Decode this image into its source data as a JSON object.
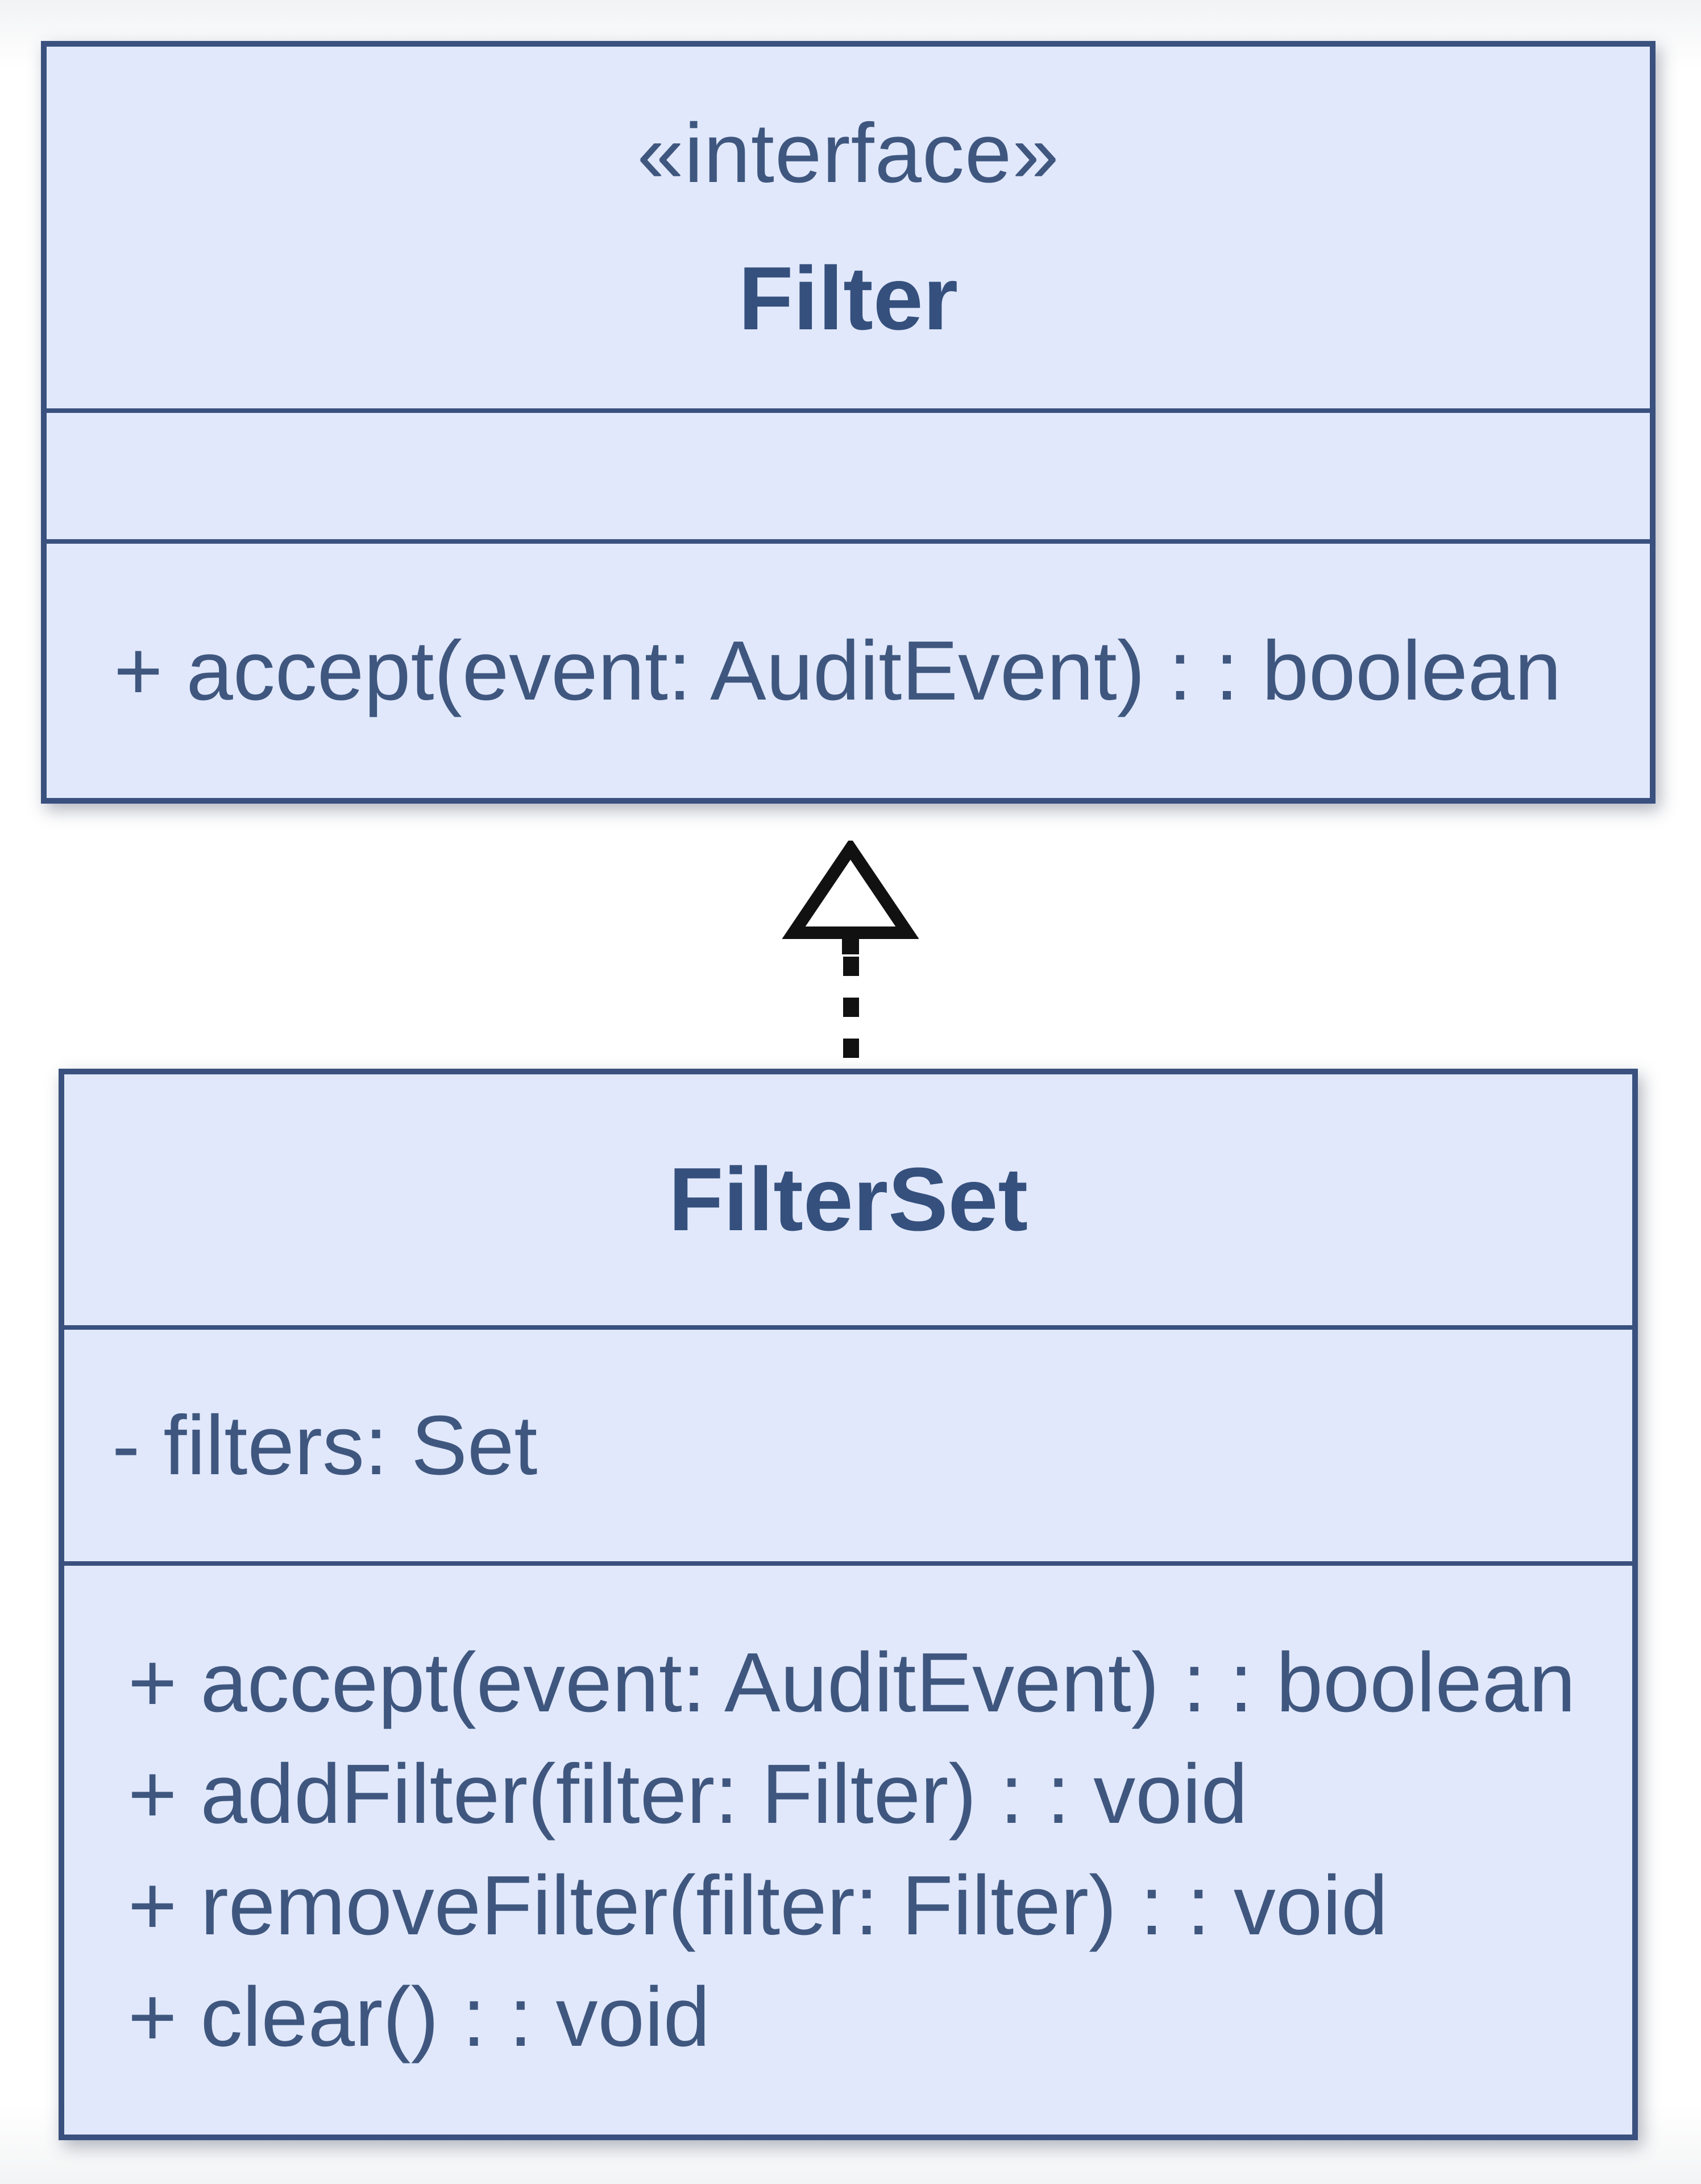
{
  "diagram": {
    "kind": "uml-class-diagram",
    "colors": {
      "box_fill": "#e1e8fb",
      "box_border": "#3a517f",
      "member_text": "#3f577f",
      "title_text": "#35507d",
      "arrow": "#111111"
    }
  },
  "interface_box": {
    "stereotype": "«interface»",
    "name": "Filter",
    "attributes": [],
    "methods": [
      "+ accept(event: AuditEvent) : : boolean"
    ]
  },
  "filterset_box": {
    "name": "FilterSet",
    "attributes": [
      "- filters: Set"
    ],
    "methods": [
      "+ accept(event: AuditEvent) : : boolean",
      "+ addFilter(filter: Filter) : : void",
      "+ removeFilter(filter: Filter) : : void",
      "+ clear() : : void"
    ]
  },
  "relationship": {
    "type": "realization",
    "from": "FilterSet",
    "to": "Filter",
    "line_style": "dashed",
    "arrowhead": "hollow-triangle"
  }
}
